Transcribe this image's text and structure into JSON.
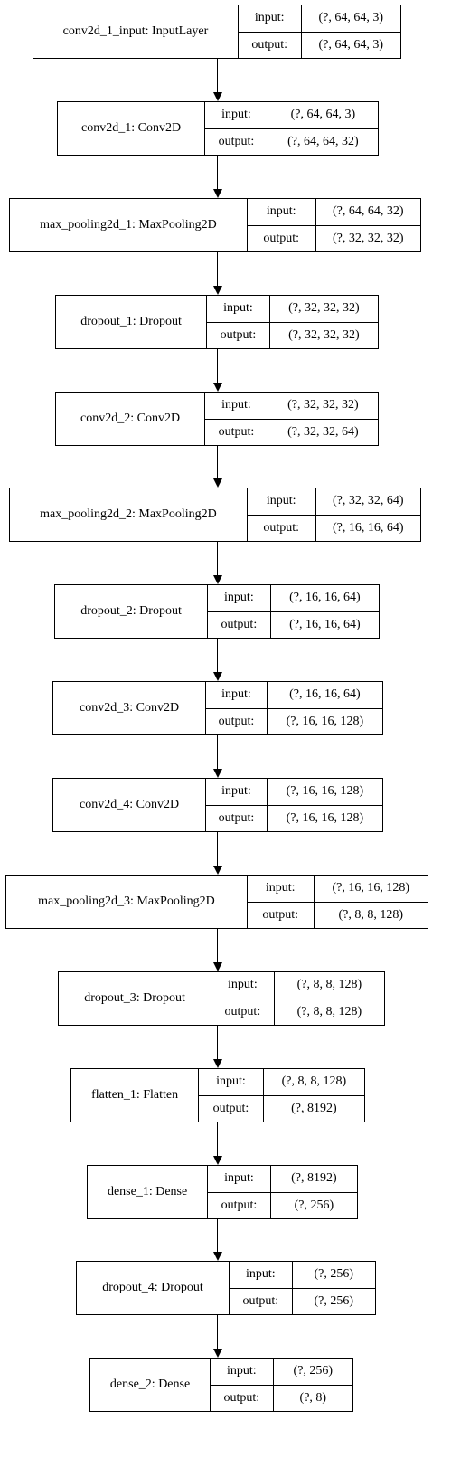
{
  "input_label": "input:",
  "output_label": "output:",
  "layers": [
    {
      "name": "conv2d_1_input: InputLayer",
      "input": "(?, 64, 64, 3)",
      "output": "(?, 64, 64, 3)"
    },
    {
      "name": "conv2d_1: Conv2D",
      "input": "(?, 64, 64, 3)",
      "output": "(?, 64, 64, 32)"
    },
    {
      "name": "max_pooling2d_1: MaxPooling2D",
      "input": "(?, 64, 64, 32)",
      "output": "(?, 32, 32, 32)"
    },
    {
      "name": "dropout_1: Dropout",
      "input": "(?, 32, 32, 32)",
      "output": "(?, 32, 32, 32)"
    },
    {
      "name": "conv2d_2: Conv2D",
      "input": "(?, 32, 32, 32)",
      "output": "(?, 32, 32, 64)"
    },
    {
      "name": "max_pooling2d_2: MaxPooling2D",
      "input": "(?, 32, 32, 64)",
      "output": "(?, 16, 16, 64)"
    },
    {
      "name": "dropout_2: Dropout",
      "input": "(?, 16, 16, 64)",
      "output": "(?, 16, 16, 64)"
    },
    {
      "name": "conv2d_3: Conv2D",
      "input": "(?, 16, 16, 64)",
      "output": "(?, 16, 16, 128)"
    },
    {
      "name": "conv2d_4: Conv2D",
      "input": "(?, 16, 16, 128)",
      "output": "(?, 16, 16, 128)"
    },
    {
      "name": "max_pooling2d_3: MaxPooling2D",
      "input": "(?, 16, 16, 128)",
      "output": "(?, 8, 8, 128)"
    },
    {
      "name": "dropout_3: Dropout",
      "input": "(?, 8, 8, 128)",
      "output": "(?, 8, 8, 128)"
    },
    {
      "name": "flatten_1: Flatten",
      "input": "(?, 8, 8, 128)",
      "output": "(?, 8192)"
    },
    {
      "name": "dense_1: Dense",
      "input": "(?, 8192)",
      "output": "(?, 256)"
    },
    {
      "name": "dropout_4: Dropout",
      "input": "(?, 256)",
      "output": "(?, 256)"
    },
    {
      "name": "dense_2: Dense",
      "input": "(?, 256)",
      "output": "(?, 8)"
    }
  ]
}
